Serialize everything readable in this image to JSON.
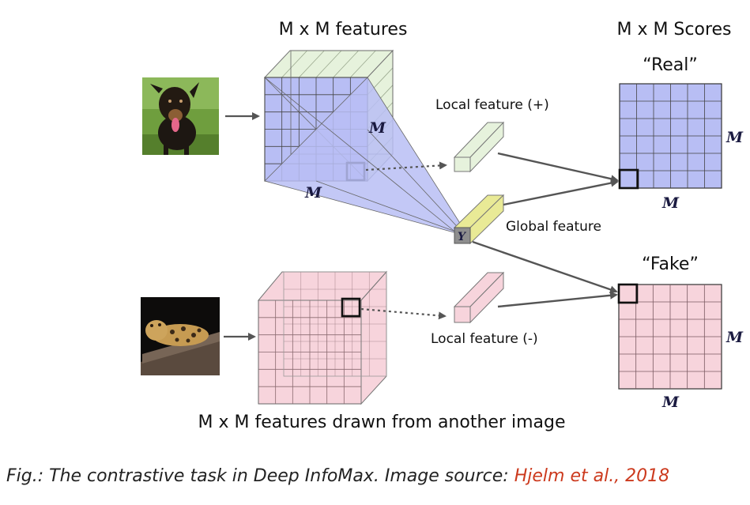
{
  "diagram": {
    "top_title": "M x M features",
    "scores_title": "M x M Scores",
    "real_label": "“Real”",
    "fake_label": "“Fake”",
    "local_pos_label": "Local feature (+)",
    "local_neg_label": "Local feature (-)",
    "global_label": "Global feature",
    "bottom_title": "M x M features drawn from another image",
    "dim_label": "M",
    "global_symbol": "Y",
    "top_image": "dog-photo",
    "bottom_image": "leopard-photo"
  },
  "colors": {
    "blue": "#b8bef4",
    "green": "#e6f2dc",
    "pink": "#f7d4dc",
    "yellow": "#e9ea96",
    "arrow": "#555555",
    "link": "#cc3a1e"
  },
  "caption": {
    "text": "Fig.: The contrastive task in Deep InfoMax. Image source: ",
    "link_text": "Hjelm et al., 2018"
  }
}
